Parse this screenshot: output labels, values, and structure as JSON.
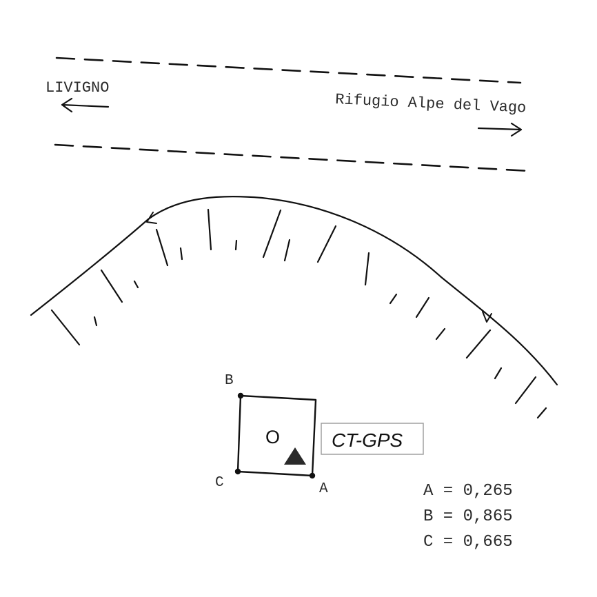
{
  "road": {
    "left_destination": "LIVIGNO",
    "right_destination": "Rifugio Alpe del Vago"
  },
  "station": {
    "center_label": "O",
    "corners": {
      "a": "A",
      "b": "B",
      "c": "C"
    },
    "device_label": "CT-GPS"
  },
  "measurements": [
    "A = 0,265",
    "B = 0,865",
    "C = 0,665"
  ]
}
